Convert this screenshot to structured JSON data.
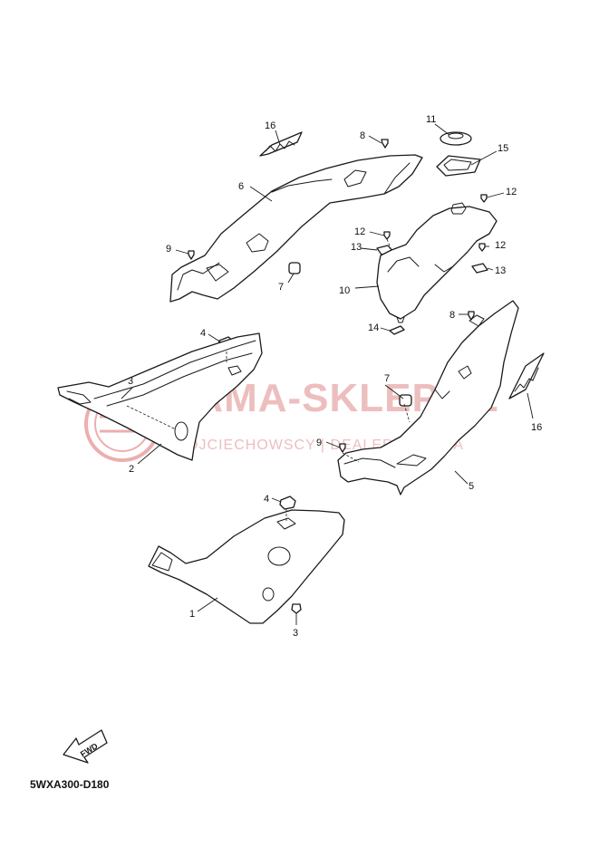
{
  "diagram_code": "5WXA300-D180",
  "watermark": {
    "title": "YAMA-SKLEP.PL",
    "subtitle": "WOJCIECHOWSCY | DEALER YAMAHA",
    "color": "#e8a8a8"
  },
  "fwd_label": "FWD",
  "callouts": {
    "c1": "1",
    "c2": "2",
    "c3a": "3",
    "c3b": "3",
    "c4a": "4",
    "c4b": "4",
    "c5": "5",
    "c6": "6",
    "c7a": "7",
    "c7b": "7",
    "c8a": "8",
    "c8b": "8",
    "c9a": "9",
    "c9b": "9",
    "c10": "10",
    "c11": "11",
    "c12a": "12",
    "c12b": "12",
    "c12c": "12",
    "c13a": "13",
    "c13b": "13",
    "c14": "14",
    "c15": "15",
    "c16a": "16",
    "c16b": "16"
  }
}
